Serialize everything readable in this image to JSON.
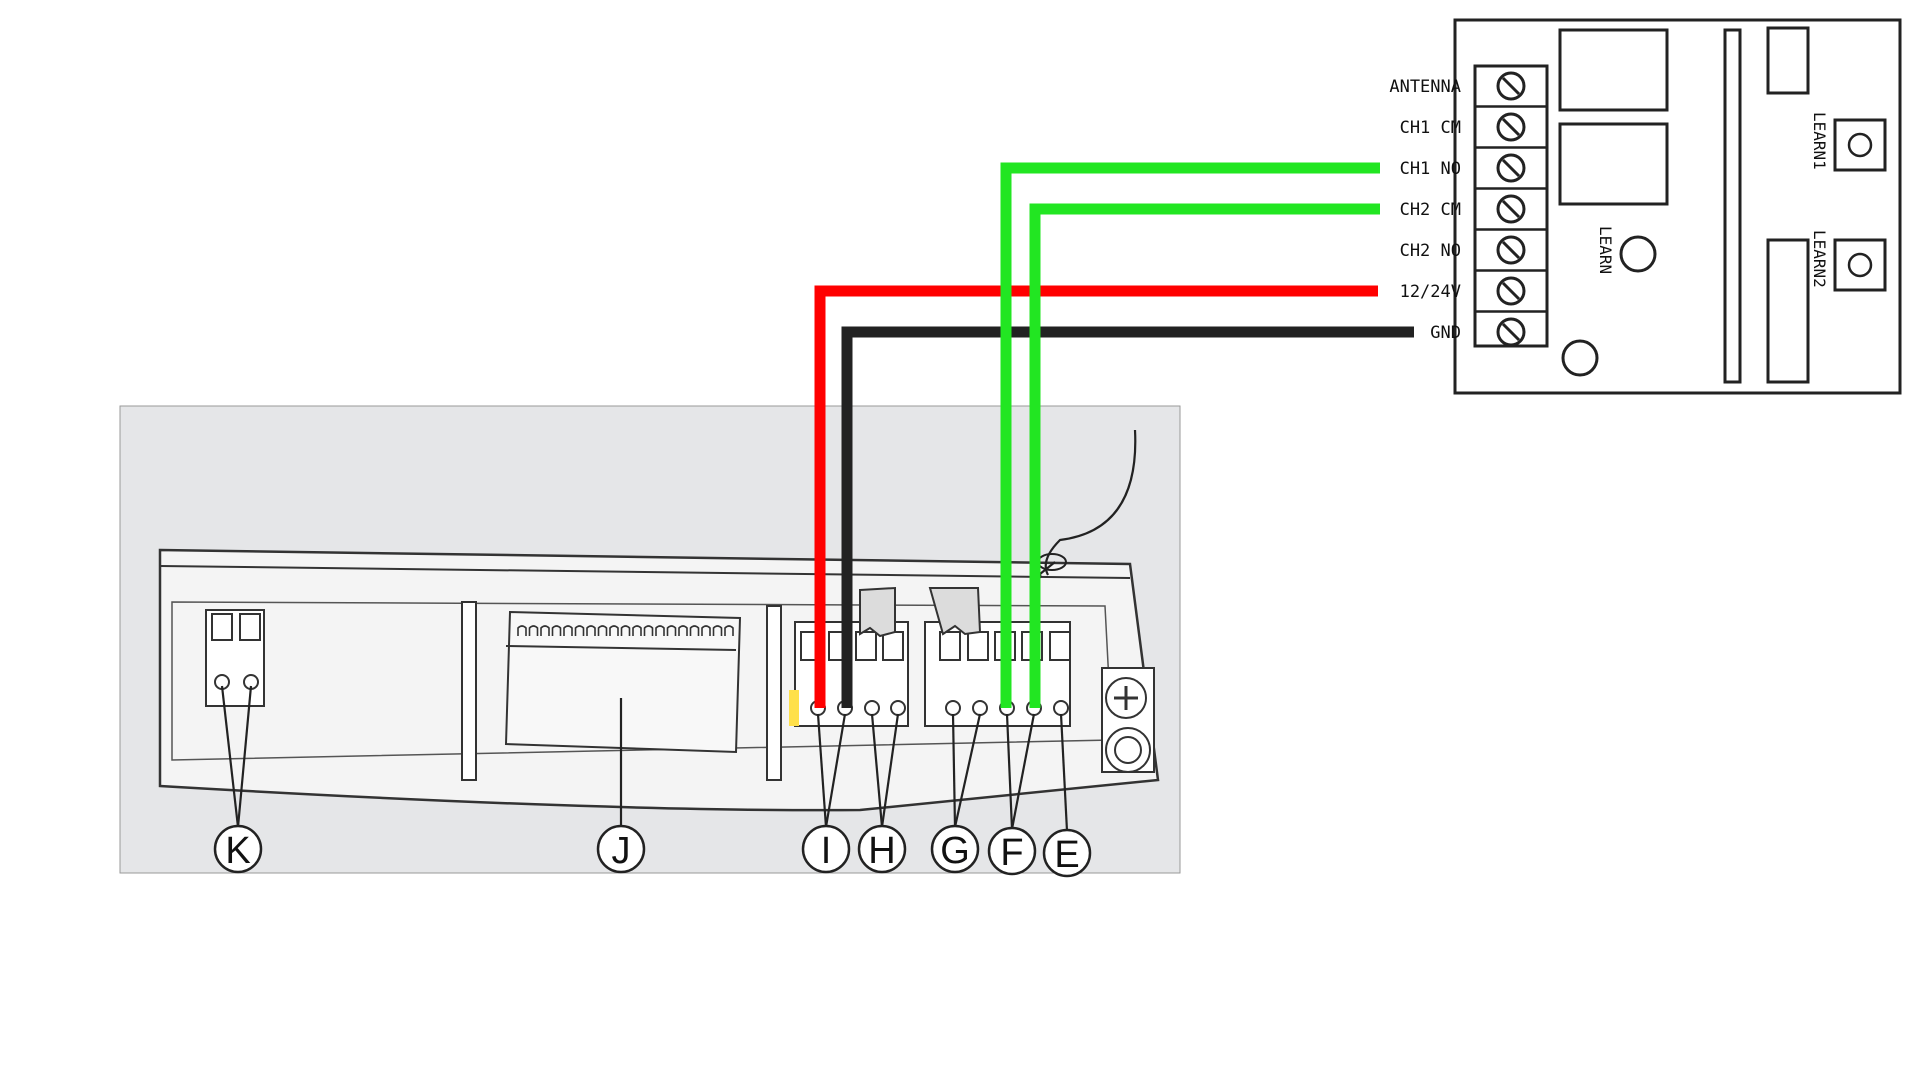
{
  "receiver": {
    "terminals": [
      {
        "label": "ANTENNA"
      },
      {
        "label": "CH1 CM"
      },
      {
        "label": "CH1 NO"
      },
      {
        "label": "CH2 CM"
      },
      {
        "label": "CH2 NO"
      },
      {
        "label": "12/24V"
      },
      {
        "label": "GND"
      }
    ],
    "learn_label": "LEARN",
    "learn1_label": "LEARN1",
    "learn2_label": "LEARN2"
  },
  "board": {
    "callouts": [
      "K",
      "J",
      "I",
      "H",
      "G",
      "F",
      "E"
    ]
  },
  "wires": [
    {
      "name": "ch1-no-wire",
      "from": "CH1 NO",
      "color": "#22e622"
    },
    {
      "name": "ch2-cm-wire",
      "from": "CH2 CM",
      "color": "#22e622"
    },
    {
      "name": "power-wire",
      "from": "12/24V",
      "color": "#ff0000"
    },
    {
      "name": "ground-wire",
      "from": "GND",
      "color": "#222222"
    }
  ],
  "colors": {
    "board_bg": "#e5e6e8",
    "outline": "#333333",
    "highlight": "#ffe04a"
  }
}
